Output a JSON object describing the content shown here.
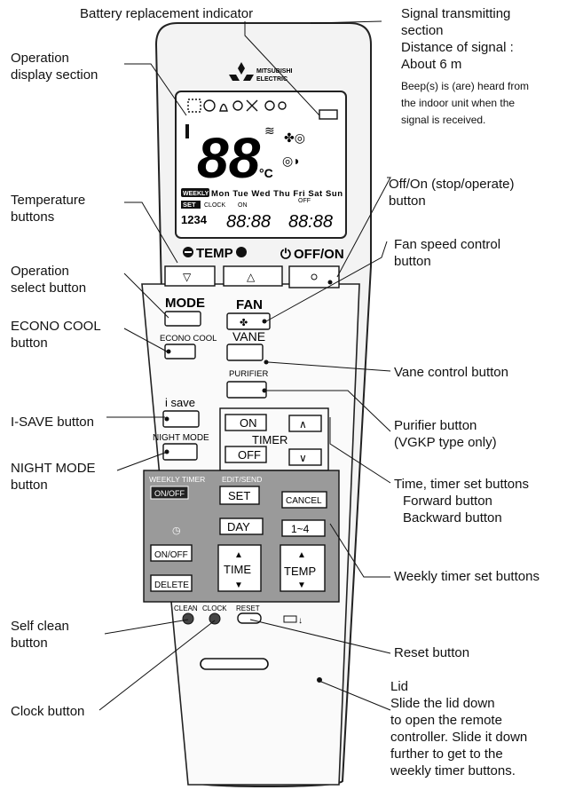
{
  "callouts": {
    "battery": [
      "Battery replacement indicator"
    ],
    "signal": [
      "Signal transmitting",
      "section",
      "Distance of signal :",
      "About 6 m"
    ],
    "signal_note": [
      "Beep(s) is (are) heard from",
      "the indoor unit when the",
      "signal is received."
    ],
    "operation_display": [
      "Operation",
      "display section"
    ],
    "temperature": [
      "Temperature",
      "buttons"
    ],
    "operation_select": [
      "Operation",
      "select button"
    ],
    "econo": [
      "ECONO COOL",
      "button"
    ],
    "isave": [
      "I-SAVE button"
    ],
    "night": [
      "NIGHT MODE",
      "button"
    ],
    "offon": [
      "Off/On (stop/operate)",
      "button"
    ],
    "fan": [
      "Fan speed control",
      "button"
    ],
    "vane": [
      "Vane control button"
    ],
    "purifier": [
      "Purifier button",
      "(VGKP type only)"
    ],
    "timer": [
      "Time, timer set buttons",
      "Forward button",
      "Backward button"
    ],
    "weekly": [
      "Weekly timer set buttons"
    ],
    "selfclean": [
      "Self clean",
      "button"
    ],
    "reset": [
      "Reset button"
    ],
    "clock": [
      "Clock button"
    ],
    "lid": [
      "Lid",
      "Slide the lid down",
      "to open the remote",
      "controller. Slide it down",
      "further to get to the",
      "weekly timer buttons."
    ]
  },
  "remote": {
    "brand": [
      "MITSUBISHI",
      "ELECTRIC"
    ],
    "display": {
      "temp": "88",
      "unit": "°C",
      "weekly_badge": "WEEKLY",
      "days": "Mon Tue Wed Thu Fri Sat Sun",
      "set_badge": "SET",
      "clock_label": "CLOCK",
      "on_label": "ON",
      "off_label": "OFF",
      "prog": "1234",
      "time1": "88:88",
      "time2": "88:88"
    },
    "temp_label": "TEMP",
    "offon_label": "OFF/ON",
    "mode": "MODE",
    "econo_cool": "ECONO COOL",
    "fan": "FAN",
    "vane": "VANE",
    "purifier": "PURIFIER",
    "isave": "i save",
    "night_mode": "NIGHT MODE",
    "timer_on": "ON",
    "timer": "TIMER",
    "timer_off": "OFF",
    "weekly_timer": "WEEKLY TIMER",
    "on_off": "ON/OFF",
    "edit_send": "EDIT/SEND",
    "set": "SET",
    "cancel": "CANCEL",
    "day": "DAY",
    "one_four": "1~4",
    "time": "TIME",
    "temp2": "TEMP",
    "delete": "DELETE",
    "clean": "CLEAN",
    "clock": "CLOCK",
    "reset": "RESET"
  }
}
